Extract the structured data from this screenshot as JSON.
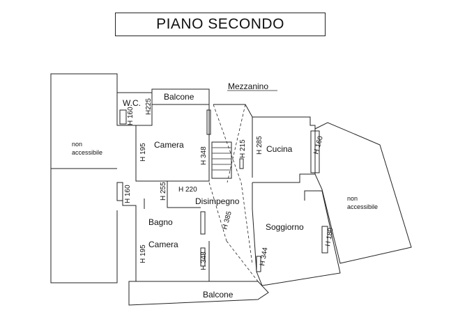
{
  "title": "PIANO SECONDO",
  "labels": {
    "mezzanino": "Mezzanino",
    "balcone_top": "Balcone",
    "wc": "W.C.",
    "camera_top": "Camera",
    "cucina": "Cucina",
    "disimpegno": "Disimpegno",
    "bagno": "Bagno",
    "soggiorno": "Soggiorno",
    "camera_bottom": "Camera",
    "balcone_bottom": "Balcone",
    "non_left_1": "non",
    "non_left_2": "accessibile",
    "non_right_1": "non",
    "non_right_2": "accessibile"
  },
  "heights": {
    "h160_wc": "H 160",
    "h225": "H225",
    "h195_top": "H 195",
    "h348_top": "H 348",
    "h215": "H 215",
    "h285": "H 285",
    "h160_cucina": "H 160",
    "h160_bagno": "H 160",
    "h255": "H 255",
    "h220": "H 220",
    "h385": "H 385",
    "h195_bottom": "H 195",
    "h348_bottom": "H 348",
    "h344": "H 344",
    "h180": "H 180"
  }
}
